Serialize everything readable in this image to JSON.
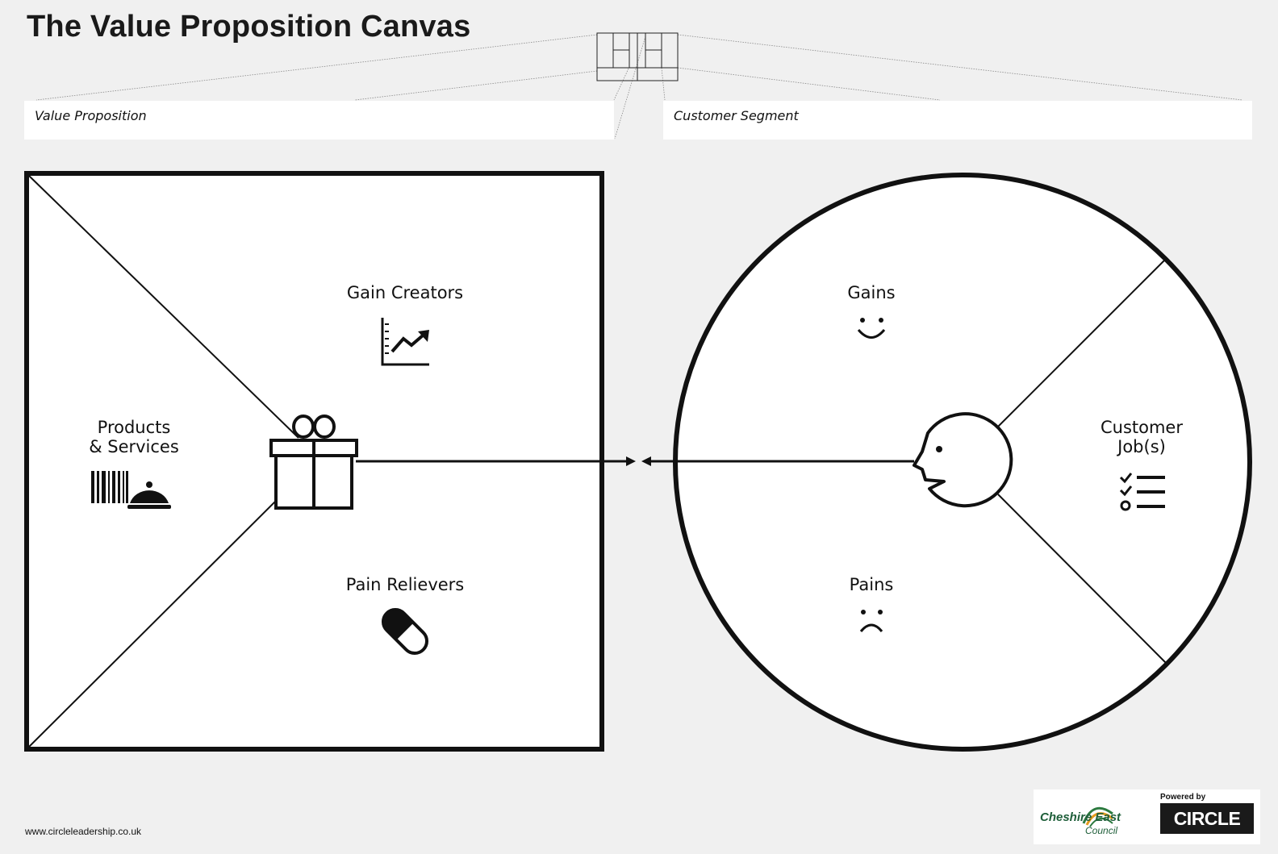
{
  "title": "The Value Proposition Canvas",
  "fields": {
    "value_proposition": "Value Proposition",
    "customer_segment": "Customer Segment"
  },
  "value_map": {
    "gain_creators": "Gain Creators",
    "products_services": "Products\n& Services",
    "pain_relievers": "Pain Relievers"
  },
  "customer_profile": {
    "gains": "Gains",
    "customer_jobs": "Customer\nJob(s)",
    "pains": "Pains"
  },
  "footer": {
    "url": "www.circleleadership.co.uk",
    "council_name": "Cheshire East",
    "council_sub": "Council",
    "powered_by": "Powered by",
    "brand": "CIRCLE"
  },
  "icons": [
    "chart-up-icon",
    "barcode-icon",
    "cloche-icon",
    "gift-icon",
    "pill-icon",
    "face-icon",
    "smile-icon",
    "frown-icon",
    "checklist-icon"
  ]
}
